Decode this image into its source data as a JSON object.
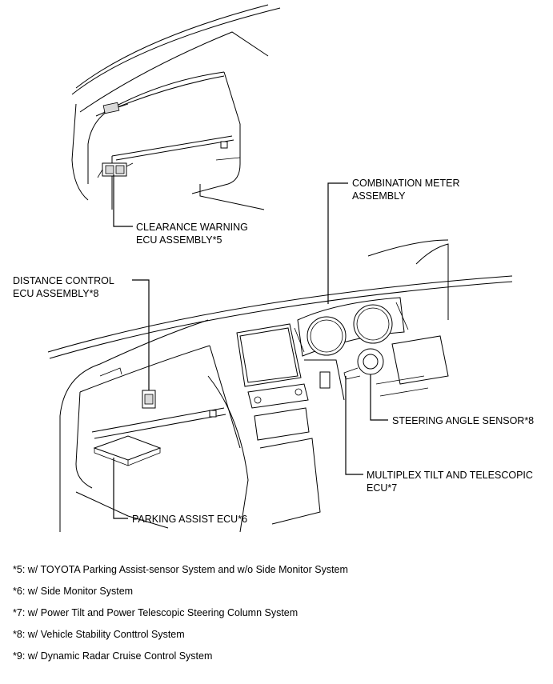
{
  "callouts": {
    "clearance_warning": [
      "CLEARANCE WARNING",
      "ECU ASSEMBLY*5"
    ],
    "combination_meter": [
      "COMBINATION METER",
      "ASSEMBLY"
    ],
    "distance_control": [
      "DISTANCE CONTROL",
      "ECU ASSEMBLY*8"
    ],
    "steering_angle": [
      "STEERING ANGLE SENSOR*8"
    ],
    "multiplex_tilt": [
      "MULTIPLEX TILT AND TELESCOPIC",
      "ECU*7"
    ],
    "parking_assist": [
      "PARKING ASSIST ECU*6"
    ]
  },
  "footnotes": [
    "*5: w/ TOYOTA Parking Assist-sensor System and w/o Side Monitor System",
    "*6: w/ Side Monitor System",
    "*7: w/ Power Tilt and Power Telescopic Steering Column System",
    "*8: w/ Vehicle Stability Conttrol System",
    "*9: w/ Dynamic Radar Cruise Control System"
  ]
}
